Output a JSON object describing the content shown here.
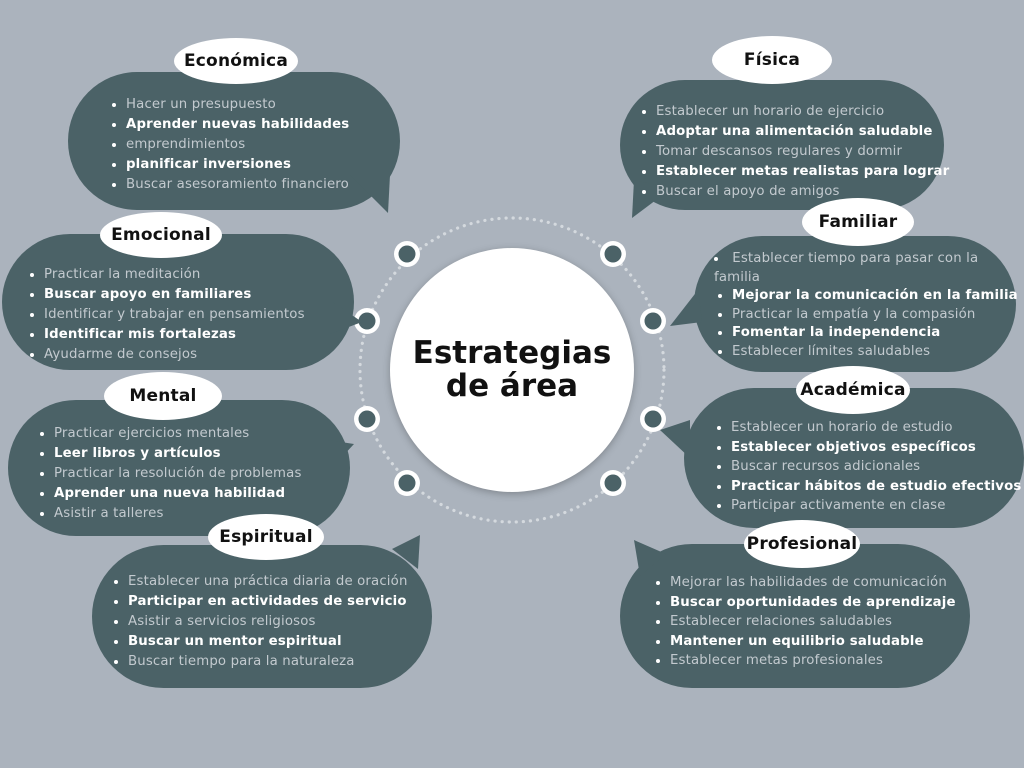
{
  "center_title": "Estrategias de área",
  "colors": {
    "background": "#abb3bd",
    "bubble": "#4b6267",
    "label": "#ffffff"
  },
  "categories": [
    {
      "id": "economica",
      "label": "Económica",
      "items": [
        "Hacer un presupuesto",
        "Aprender nuevas habilidades",
        "emprendimientos",
        "planificar inversiones",
        "Buscar asesoramiento financiero"
      ]
    },
    {
      "id": "emocional",
      "label": "Emocional",
      "items": [
        "Practicar la meditación",
        "Buscar apoyo en familiares",
        "Identificar y trabajar en pensamientos",
        "Identificar mis fortalezas",
        "Ayudarme de consejos"
      ]
    },
    {
      "id": "mental",
      "label": "Mental",
      "items": [
        "Practicar ejercicios mentales",
        "Leer libros y artículos",
        "Practicar la resolución de problemas",
        "Aprender una nueva habilidad",
        "Asistir a talleres"
      ]
    },
    {
      "id": "espiritual",
      "label": "Espiritual",
      "items": [
        "Establecer una práctica diaria de oración",
        "Participar en actividades de servicio",
        "Asistir a servicios religiosos",
        "Buscar un mentor espiritual",
        "Buscar tiempo para la naturaleza"
      ]
    },
    {
      "id": "fisica",
      "label": "Física",
      "items": [
        "Establecer un horario de ejercicio",
        "Adoptar una alimentación saludable",
        "Tomar descansos regulares y dormir",
        "Establecer metas realistas para lograr",
        "Buscar el apoyo de amigos"
      ]
    },
    {
      "id": "familiar",
      "label": "Familiar",
      "items": [
        "Establecer tiempo para pasar con la familia",
        "Mejorar la comunicación en la familia",
        "Practicar la empatía y la compasión",
        "Fomentar la independencia",
        "Establecer límites saludables"
      ]
    },
    {
      "id": "academica",
      "label": "Académica",
      "items": [
        "Establecer un horario de estudio",
        "Establecer objetivos específicos",
        "Buscar recursos adicionales",
        "Practicar hábitos de estudio efectivos",
        "Participar activamente en clase"
      ]
    },
    {
      "id": "profesional",
      "label": "Profesional",
      "items": [
        "Mejorar las habilidades de comunicación",
        "Buscar oportunidades de aprendizaje",
        "Establecer relaciones saludables",
        "Mantener un equilibrio saludable",
        "Establecer metas profesionales"
      ]
    }
  ]
}
